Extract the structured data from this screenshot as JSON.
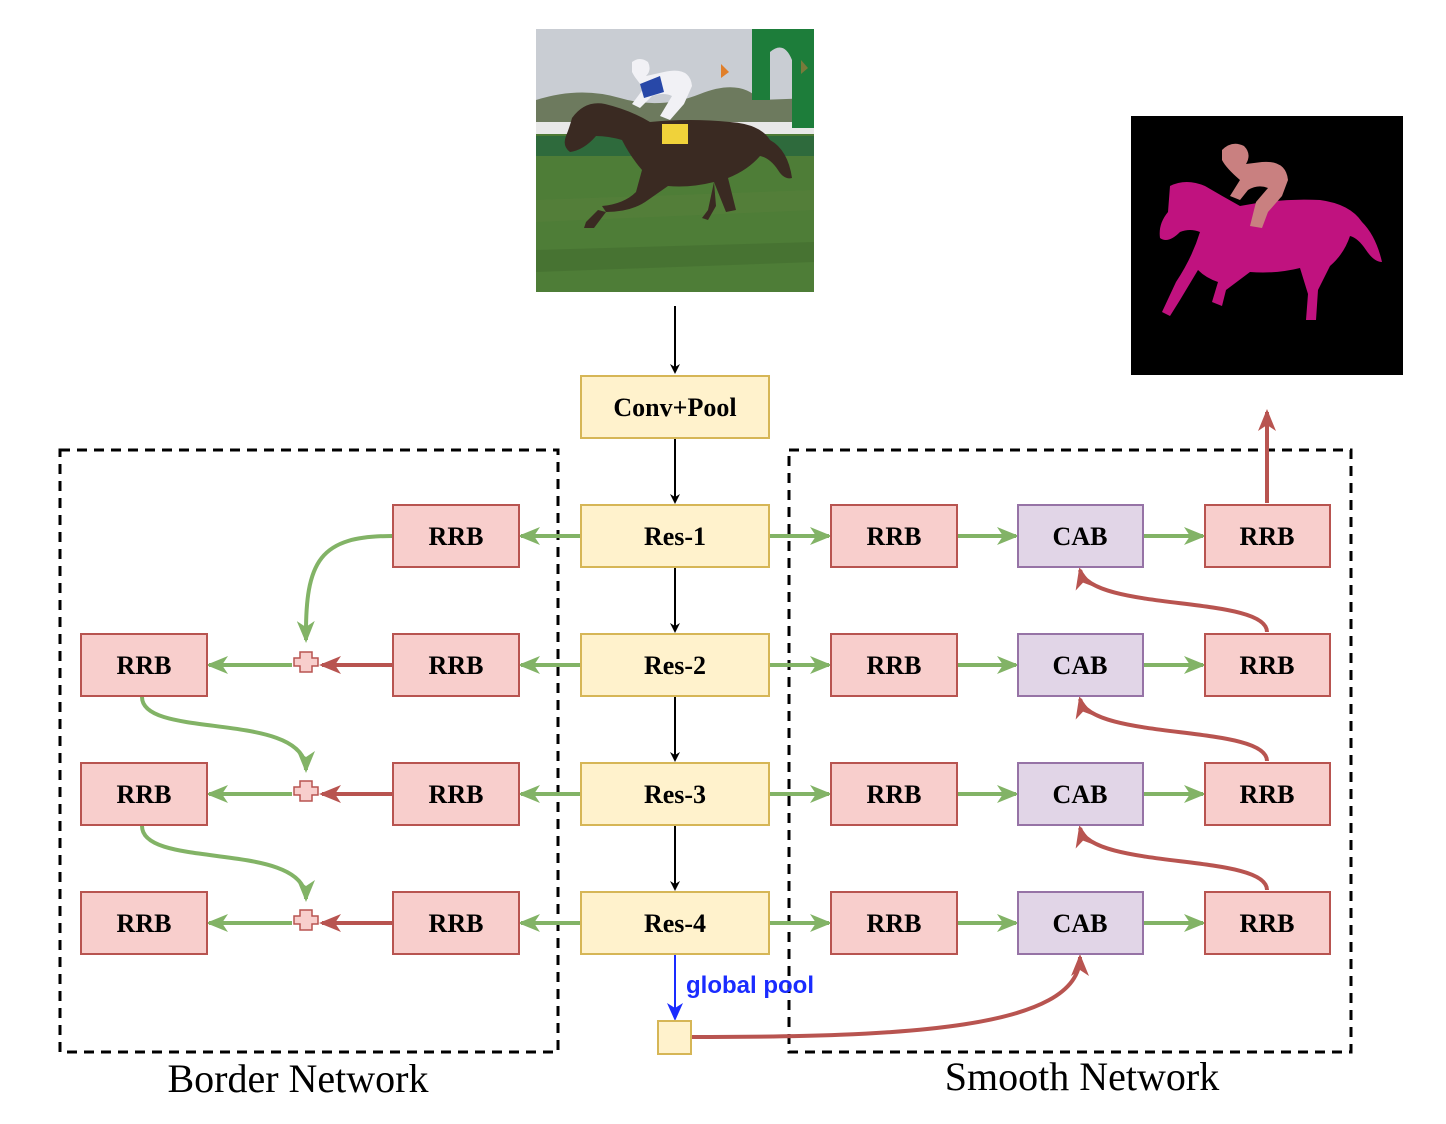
{
  "regions": {
    "border": "Border Network",
    "smooth": "Smooth Network"
  },
  "backbone": {
    "conv": "Conv+Pool",
    "res1": "Res-1",
    "res2": "Res-2",
    "res3": "Res-3",
    "res4": "Res-4"
  },
  "blocks": {
    "rrb": "RRB",
    "cab": "CAB"
  },
  "global_pool": "global pool",
  "input_image": {
    "subject": "jockey riding a brown horse on grass track"
  },
  "output_image": {
    "subject": "segmentation mask: person and horse"
  },
  "colors": {
    "backbone_fill": "#fff2cc",
    "backbone_stroke": "#d6b656",
    "rrb_fill": "#f8cecc",
    "rrb_stroke": "#b85450",
    "cab_fill": "#e1d5e7",
    "cab_stroke": "#9673a6",
    "green_arrow": "#82b366",
    "red_arrow": "#b85450",
    "blue_arrow": "#1a2cff",
    "mask_person": "#c98080",
    "mask_horse": "#c0127f"
  }
}
